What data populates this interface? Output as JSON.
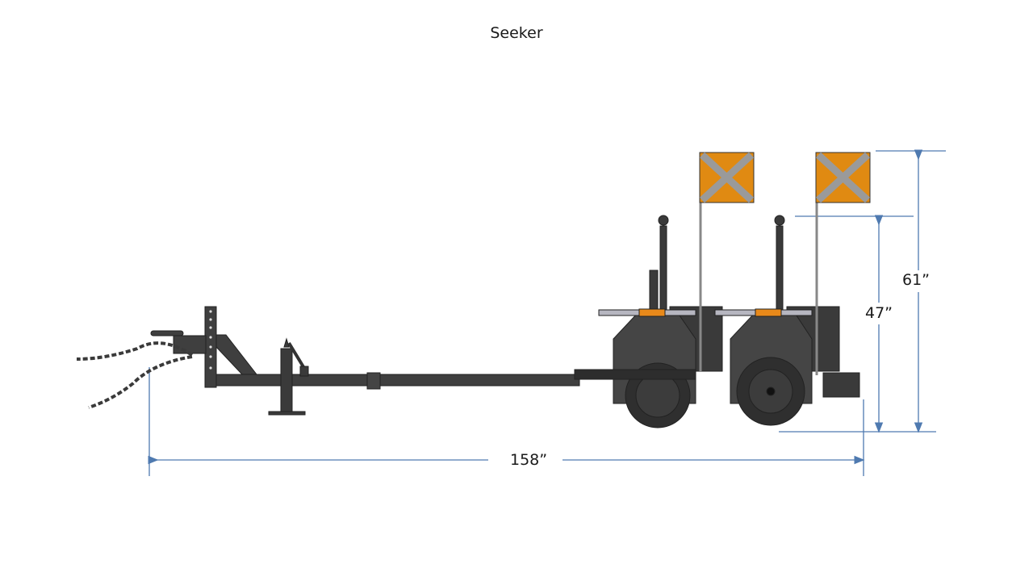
{
  "title": "Seeker",
  "dimensions": {
    "overall_length": "158”",
    "overall_height": "61”",
    "unit_height": "47”"
  },
  "colors": {
    "dimension_line": "#4f7ab0",
    "body": "#3d3d3d",
    "flag_orange": "#e08a12",
    "flag_cross": "#9a9a9a",
    "reflector": "#e8891a"
  },
  "drawing": {
    "subject": "side-view-trailer",
    "components": [
      "tow-hitch",
      "safety-chains",
      "jack-stand",
      "tongue-beam",
      "unit-1",
      "unit-2",
      "warning-flag-1",
      "warning-flag-2"
    ]
  }
}
